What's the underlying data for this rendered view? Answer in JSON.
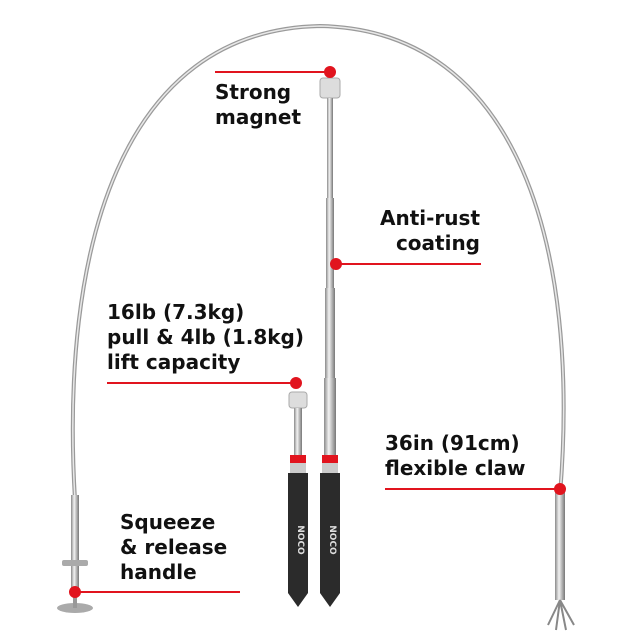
{
  "labels": {
    "magnet": [
      "Strong",
      "magnet"
    ],
    "coating": [
      "Anti-rust",
      "coating"
    ],
    "capacity": [
      "16lb (7.3kg)",
      "pull & 4lb (1.8kg)",
      "lift capacity"
    ],
    "claw": [
      "36in (91cm)",
      "flexible claw"
    ],
    "handle": [
      "Squeeze",
      "& release",
      "handle"
    ]
  },
  "logo_text": "NOCO",
  "colors": {
    "accent": "#e1141e",
    "handle": "#2b2b2b",
    "text": "#111111",
    "metal": "#b8b8b8"
  }
}
